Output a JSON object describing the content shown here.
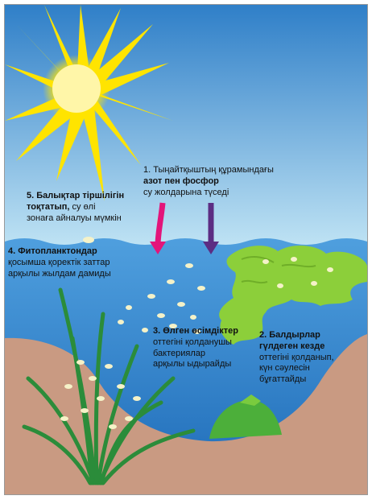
{
  "colors": {
    "sky_top": "#2f7fc8",
    "sky_bottom": "#bfe3f4",
    "water_top": "#4f9fde",
    "water_bottom": "#1e6bb8",
    "sediment": "#c99a82",
    "sun": "#ffe400",
    "algae": "#8ccf3a",
    "grass": "#2b8c3a",
    "arrow_pink": "#e3157a",
    "arrow_purple": "#5c2d83"
  },
  "labels": {
    "step1": {
      "line1": "1. Тыңайтқыштың құрамындағы",
      "line2": "азот пен фосфор",
      "line3": "су жолдарына түседі"
    },
    "step5": {
      "line1": "5. Балықтар тіршілігін",
      "line2_bold": "тоқтатып,",
      "line2_rest": " су өлі",
      "line3": "зонаға айналуы мүмкін"
    },
    "step4": {
      "line1": "4. Фитопланктондар",
      "line2": "қосымша қоректік заттар",
      "line3": "арқылы жылдам дамиды"
    },
    "step3": {
      "line1": "3. Өлген өсімдіктер",
      "line2": "оттегіні қолданушы",
      "line3": "бактериялар",
      "line4": "арқылы ыдырайды"
    },
    "step2": {
      "line1": "2. Балдырлар",
      "line2": "гүлдеген кезде",
      "line3": "оттегіні қолданып,",
      "line4": "күн сәулесін",
      "line5": "бұғаттайды"
    }
  }
}
